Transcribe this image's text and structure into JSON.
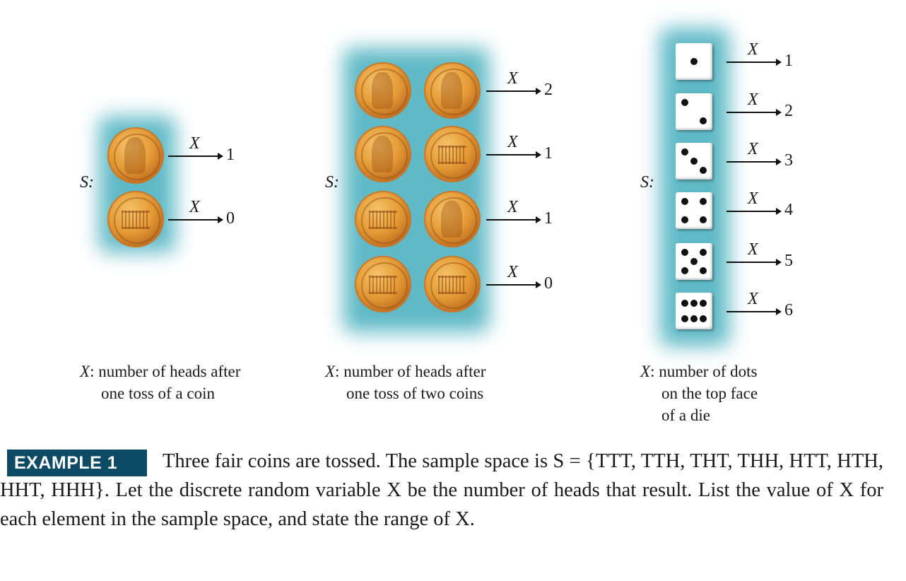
{
  "panels": [
    {
      "s_label": "S:",
      "var_label": "X",
      "caption_var": "X",
      "caption_lines": [
        ": number of heads after",
        "one toss of a coin"
      ],
      "rows": [
        {
          "coins": [
            "heads"
          ],
          "value": "1"
        },
        {
          "coins": [
            "tails"
          ],
          "value": "0"
        }
      ]
    },
    {
      "s_label": "S:",
      "var_label": "X",
      "caption_var": "X",
      "caption_lines": [
        ": number of heads after",
        "one toss of two coins"
      ],
      "rows": [
        {
          "coins": [
            "heads",
            "heads"
          ],
          "value": "2"
        },
        {
          "coins": [
            "heads",
            "tails"
          ],
          "value": "1"
        },
        {
          "coins": [
            "tails",
            "heads"
          ],
          "value": "1"
        },
        {
          "coins": [
            "tails",
            "tails"
          ],
          "value": "0"
        }
      ]
    },
    {
      "s_label": "S:",
      "var_label": "X",
      "caption_var": "X",
      "caption_lines": [
        ": number of dots",
        "on the top face",
        "of a die"
      ],
      "rows": [
        {
          "die": 1,
          "value": "1"
        },
        {
          "die": 2,
          "value": "2"
        },
        {
          "die": 3,
          "value": "3"
        },
        {
          "die": 4,
          "value": "4"
        },
        {
          "die": 5,
          "value": "5"
        },
        {
          "die": 6,
          "value": "6"
        }
      ]
    }
  ],
  "example": {
    "badge": "EXAMPLE 1",
    "text": "Three fair coins are tossed. The sample space is S = {TTT, TTH, THT, THH, HTT, HTH, HHT, HHH}. Let the discrete random variable X be the number of heads that result. List the value of X for each element in the sample space, and state the range of X."
  },
  "colors": {
    "badge": "#0d4a66",
    "glow": "#5fb9c6"
  }
}
